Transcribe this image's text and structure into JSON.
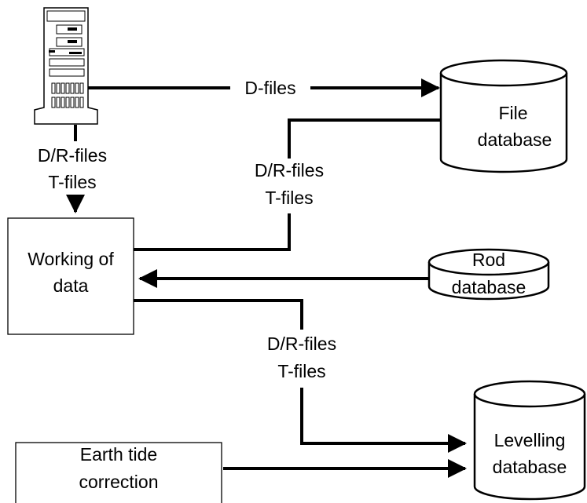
{
  "labels": {
    "d_files": "D-files",
    "server_out_1": "D/R-files",
    "server_out_2": "T-files",
    "file_db_out_1": "D/R-files",
    "file_db_out_2": "T-files",
    "working_out_1": "D/R-files",
    "working_out_2": "T-files"
  },
  "nodes": {
    "file_db": {
      "line1": "File",
      "line2": "database"
    },
    "working": {
      "line1": "Working of",
      "line2": "data"
    },
    "rod_db": {
      "line1": "Rod",
      "line2": "database"
    },
    "levelling_db": {
      "line1": "Levelling",
      "line2": "database"
    },
    "earth_tide": {
      "line1": "Earth tide",
      "line2": "correction"
    }
  },
  "icons": {
    "server": "server-tower-icon"
  },
  "colors": {
    "stroke": "#000000",
    "background": "#ffffff"
  }
}
